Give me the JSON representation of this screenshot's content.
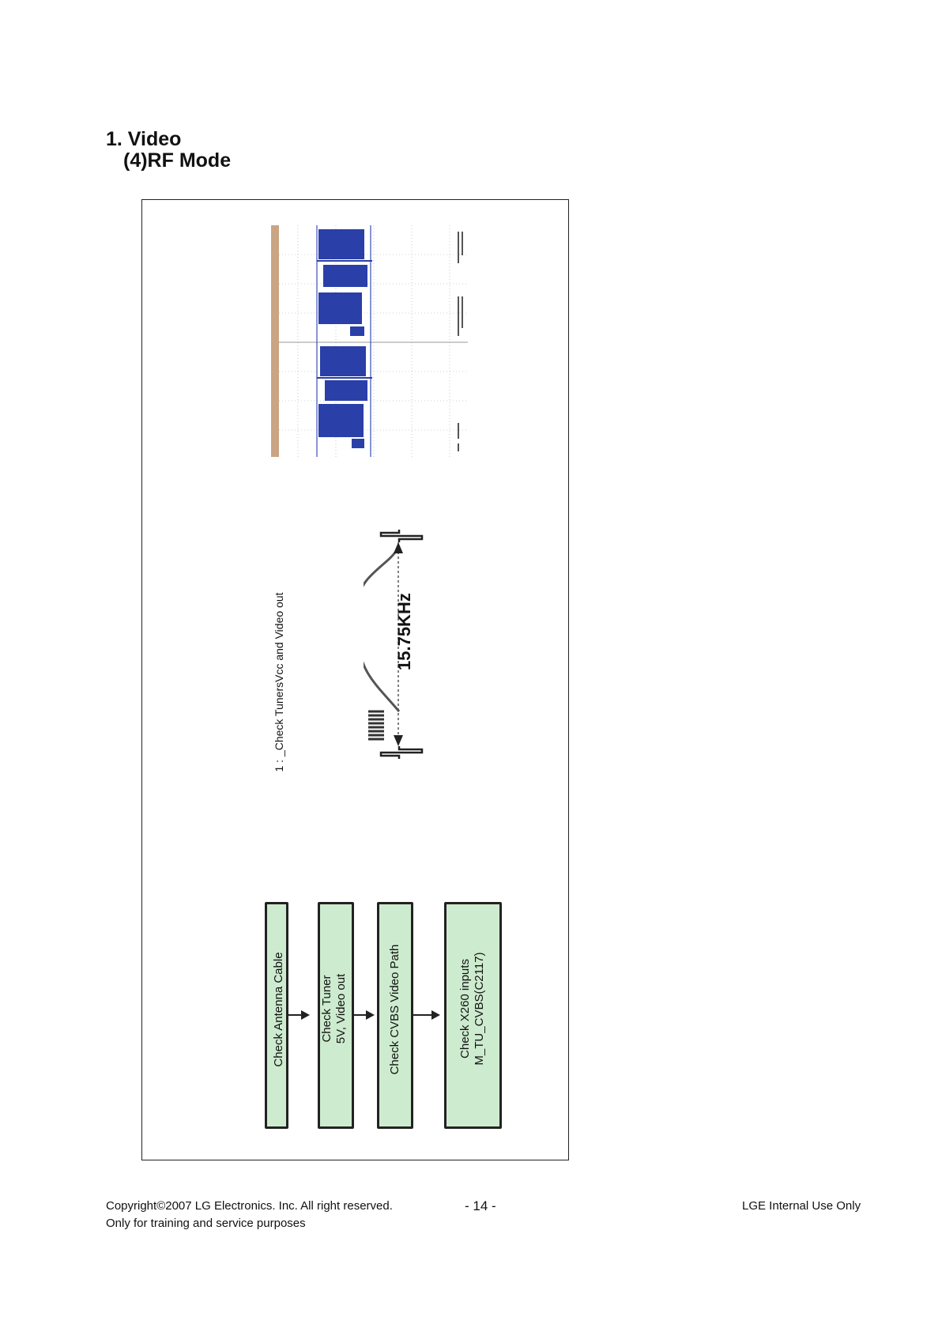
{
  "heading": {
    "section": "1. Video",
    "subsection": "(4)RF Mode"
  },
  "annotation": "1 : _Check TunersVcc and Video out",
  "waveform": {
    "frequency_label": "15.75KHz"
  },
  "flowchart": {
    "steps": [
      {
        "lines": [
          "Check Antenna Cable"
        ]
      },
      {
        "lines": [
          "Check  Tuner",
          "5V, Video out"
        ]
      },
      {
        "lines": [
          "Check CVBS Video Path"
        ]
      },
      {
        "lines": [
          "Check X260 inputs",
          "M_TU_CVBS(C2117)"
        ]
      }
    ]
  },
  "colors": {
    "flow_box_fill": "#cdebce",
    "scope_trace": "#2a3fa8",
    "scope_header": "#c9a584"
  },
  "footer": {
    "copyright": "Copyright©2007 LG Electronics. Inc. All right reserved.",
    "training": "Only for training and service purposes",
    "page_number": "- 14 -",
    "internal": "LGE Internal Use Only"
  }
}
